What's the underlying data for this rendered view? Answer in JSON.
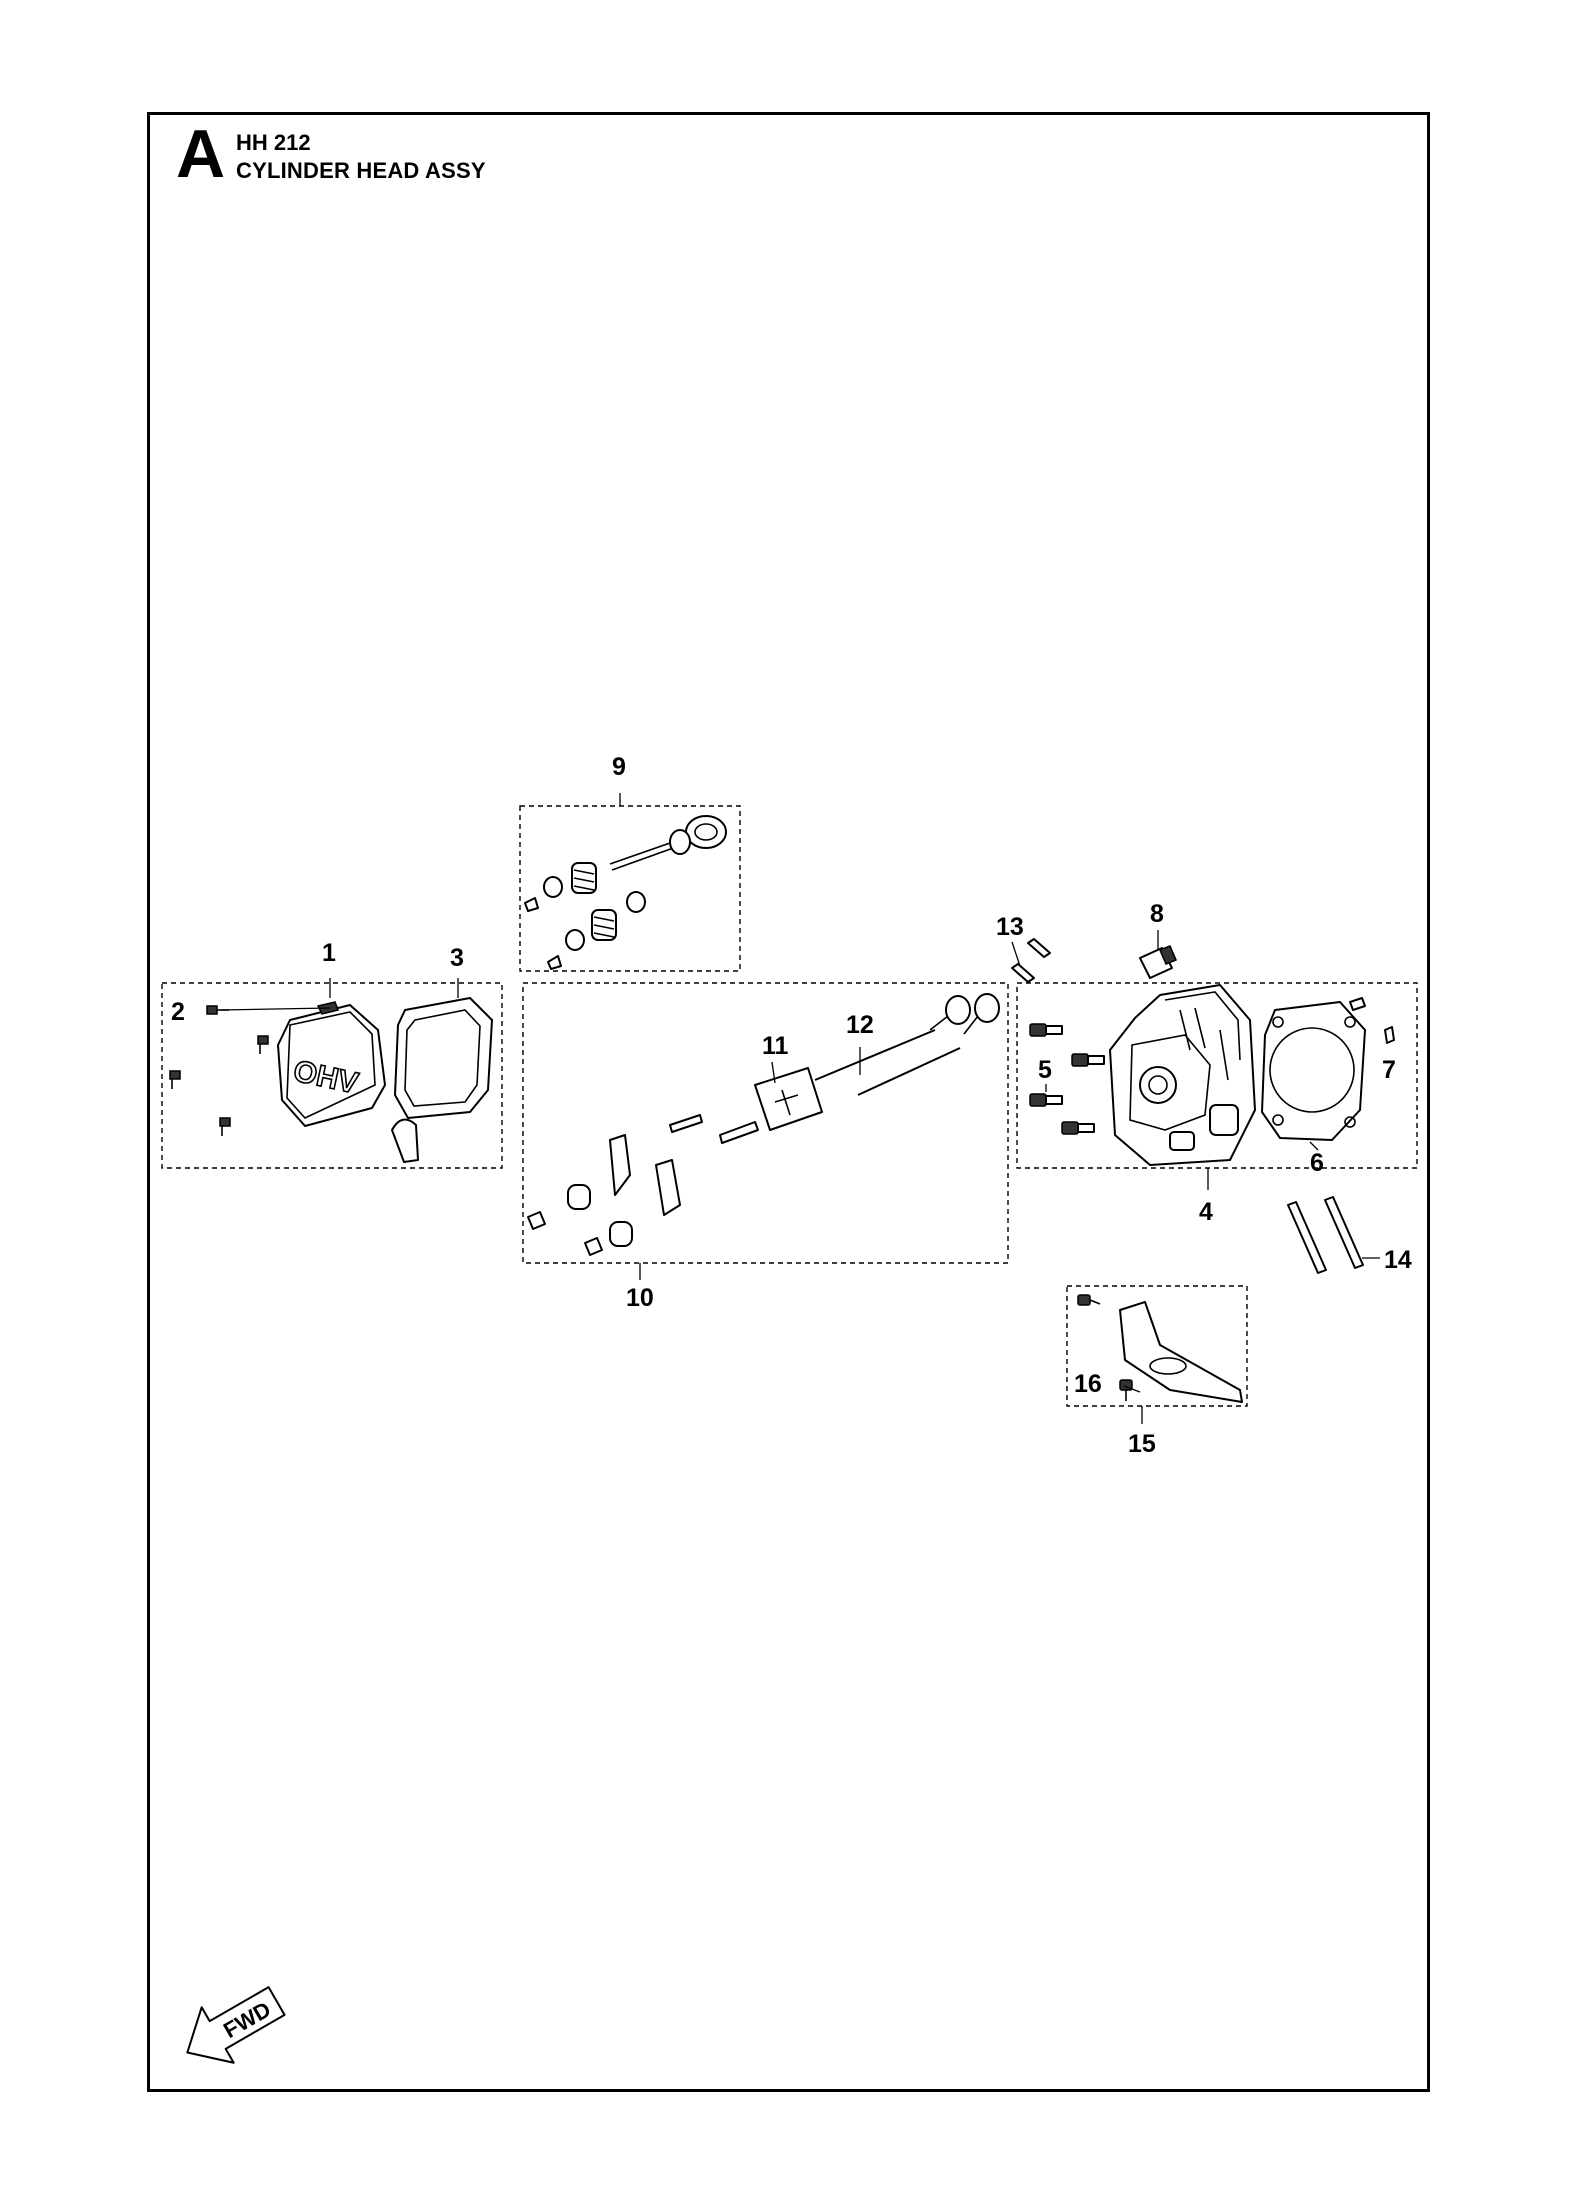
{
  "header": {
    "section_letter": "A",
    "model_code": "HH 212",
    "assembly_title": "CYLINDER HEAD ASSY"
  },
  "callouts": {
    "c1": "1",
    "c2": "2",
    "c3": "3",
    "c4": "4",
    "c5": "5",
    "c6": "6",
    "c7": "7",
    "c8": "8",
    "c9": "9",
    "c10": "10",
    "c11": "11",
    "c12": "12",
    "c13": "13",
    "c14": "14",
    "c15": "15",
    "c16": "16"
  },
  "cover_logo": "OHV",
  "orientation": {
    "label": "FWD",
    "icon": "forward-arrow-icon"
  }
}
